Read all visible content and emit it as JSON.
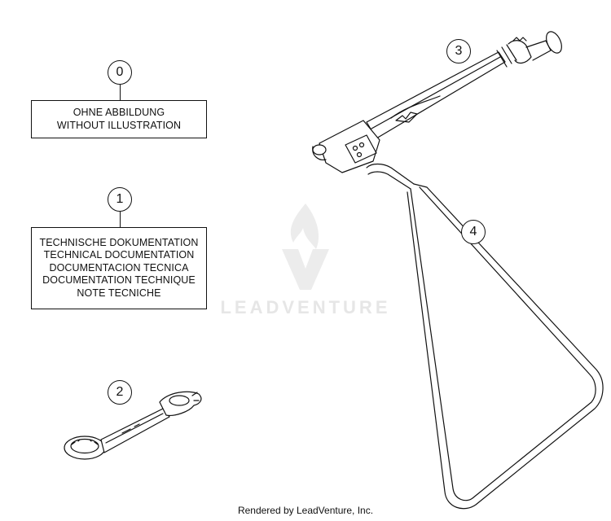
{
  "watermark": {
    "text": "LEADVENTURE"
  },
  "callouts": {
    "c0": "0",
    "c1": "1",
    "c2": "2",
    "c3": "3",
    "c4": "4"
  },
  "box0": {
    "lines": [
      "OHNE ABBILDUNG",
      "WITHOUT ILLUSTRATION"
    ]
  },
  "box1": {
    "lines": [
      "TECHNISCHE DOKUMENTATION",
      "TECHNICAL DOCUMENTATION",
      "DOCUMENTACION TECNICA",
      "DOCUMENTATION TECHNIQUE",
      "NOTE TECNICHE"
    ]
  },
  "footer": {
    "text": "Rendered by LeadVenture, Inc."
  },
  "colors": {
    "line": "#111111",
    "watermark": "#e6e6e6"
  }
}
